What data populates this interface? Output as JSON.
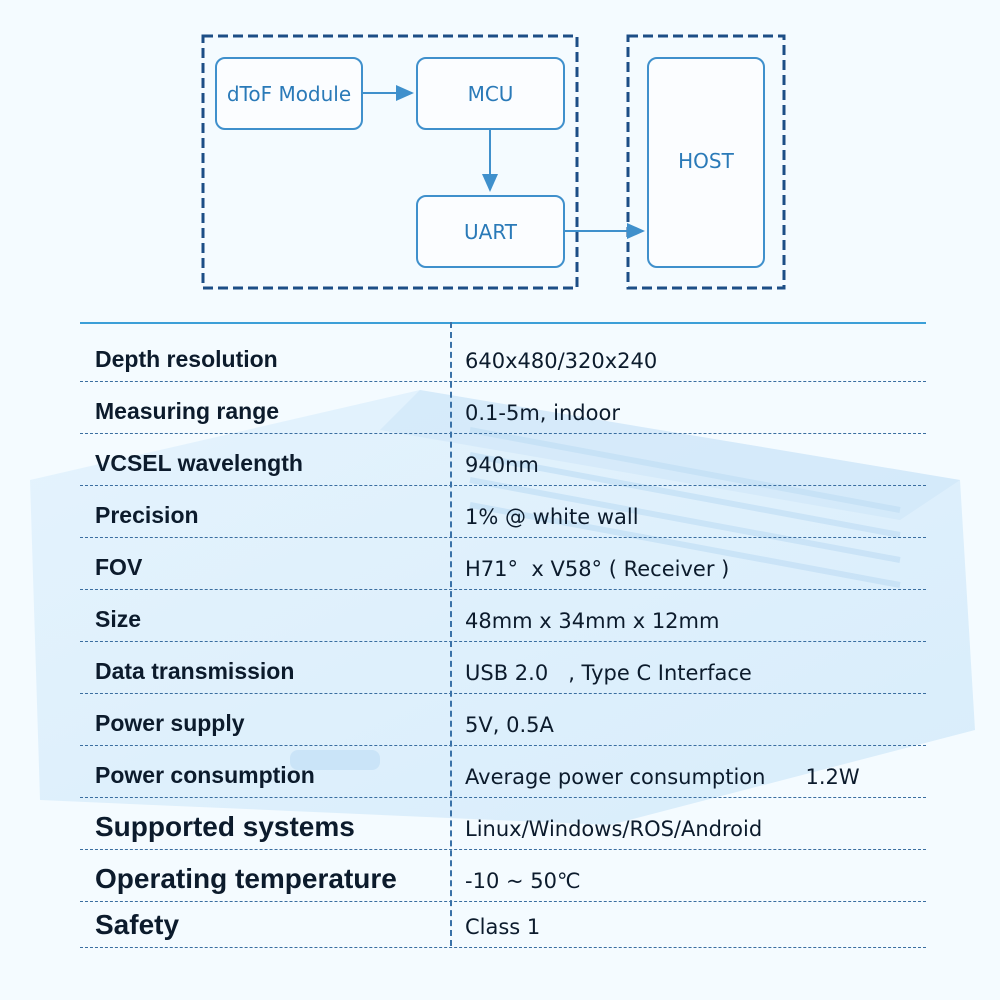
{
  "diagram": {
    "module": "dToF Module",
    "mcu": "MCU",
    "uart": "UART",
    "host": "HOST"
  },
  "specs": [
    {
      "label": "Depth resolution",
      "value": "640x480/320x240"
    },
    {
      "label": "Measuring range",
      "value": "0.1-5m, indoor"
    },
    {
      "label": "VCSEL wavelength",
      "value": "940nm"
    },
    {
      "label": "Precision",
      "value": "1% @ white wall"
    },
    {
      "label": "FOV",
      "value": "H71°  x V58° ( Receiver )"
    },
    {
      "label": "Size",
      "value": "48mm x 34mm x 12mm"
    },
    {
      "label": "Data transmission",
      "value": "USB 2.0   , Type C Interface"
    },
    {
      "label": "Power supply",
      "value": "5V, 0.5A"
    },
    {
      "label": "Power consumption",
      "value": "Average power consumption      1.2W"
    },
    {
      "label": "Supported systems",
      "value": "Linux/Windows/ROS/Android"
    },
    {
      "label": "Operating temperature",
      "value": "-10 ~ 50℃"
    },
    {
      "label": "Safety",
      "value": "Class 1"
    }
  ],
  "colors": {
    "accent": "#3f90cc",
    "dashed_frame": "#1c4e86",
    "text": "#0c1b2c",
    "background": "#f4fbff"
  }
}
